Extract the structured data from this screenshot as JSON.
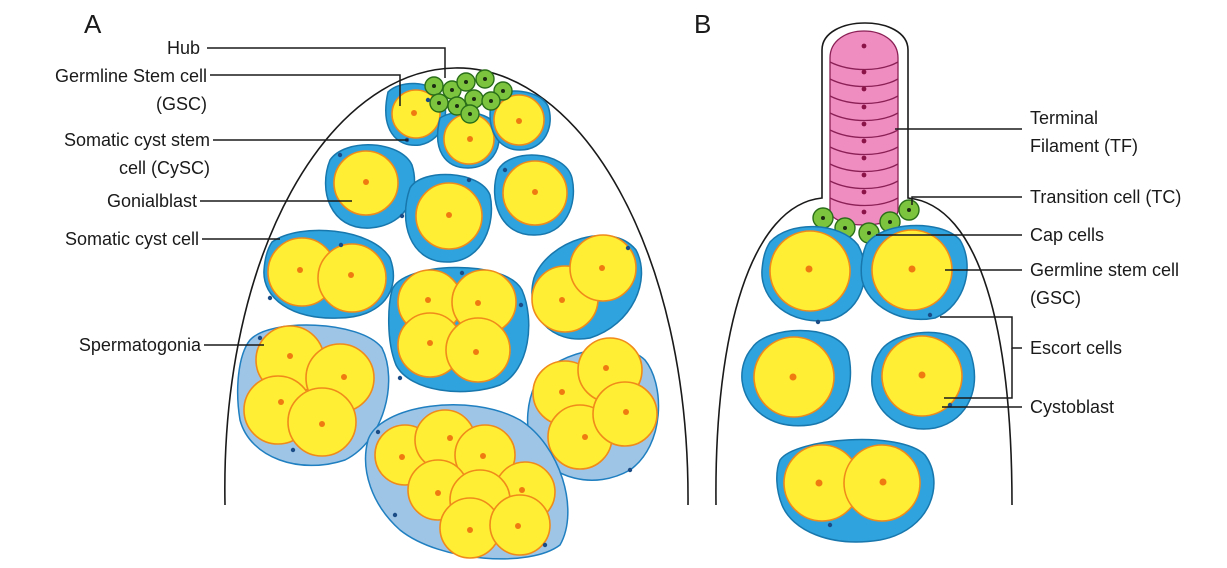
{
  "panels": {
    "a": "A",
    "b": "B"
  },
  "labels_a": {
    "hub": "Hub",
    "gsc_line1": "Germline Stem cell",
    "gsc_line2": "(GSC)",
    "cysc_line1": "Somatic cyst stem",
    "cysc_line2": "cell (CySC)",
    "gonialblast": "Gonialblast",
    "somatic_cyst": "Somatic cyst cell",
    "spermatogonia": "Spermatogonia"
  },
  "labels_b": {
    "tf_line1": "Terminal",
    "tf_line2": "Filament (TF)",
    "tc": "Transition cell (TC)",
    "cap": "Cap cells",
    "gsc_line1": "Germline stem cell",
    "gsc_line2": "(GSC)",
    "escort": "Escort cells",
    "cystoblast": "Cystoblast"
  },
  "colors": {
    "cyst_blue": "#2ea3dd",
    "cyst_pale": "#9ec5e6",
    "germ_yellow": "#ffee33",
    "germ_outline": "#f08a1a",
    "hub_green": "#7cc43d",
    "filament_pink": "#f08dc0"
  }
}
